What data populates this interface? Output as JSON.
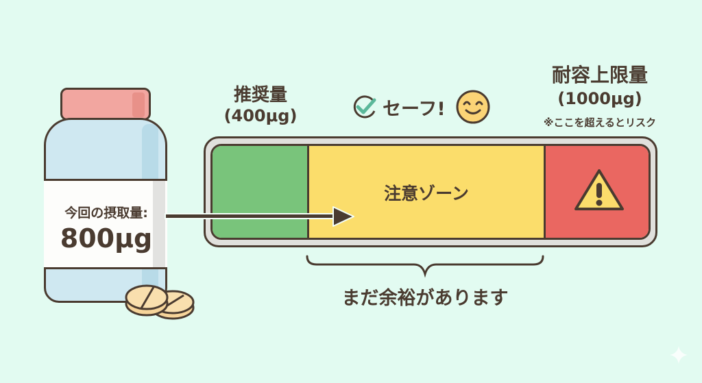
{
  "colors": {
    "background": "#e2fbf1",
    "text": "#4a3b30",
    "safe_green": "#79c47b",
    "caution_yellow": "#fbdd6b",
    "danger_red": "#ea6761",
    "check_teal": "#5bb89a",
    "smiley": "#fbd476",
    "cap_pink": "#f2a6a0",
    "bottle_blue": "#cfe8f1"
  },
  "bottle": {
    "label_title": "今回の摂取量:",
    "label_value": "800μg",
    "icon": "supplement-bottle-icon",
    "pills_icon": "tablets-icon"
  },
  "recommended": {
    "title": "推奨量",
    "value": "(400μg)"
  },
  "status": {
    "check_icon": "check-circle-icon",
    "text": "セーフ!",
    "face_icon": "smiley-face-icon"
  },
  "upper_limit": {
    "title": "耐容上限量",
    "value": "(1000μg)",
    "note": "※ここを超えるとリスク"
  },
  "bar": {
    "segments": [
      {
        "name": "recommended-zone",
        "color": "#79c47b",
        "label": ""
      },
      {
        "name": "caution-zone",
        "color": "#fbdd6b",
        "label": "注意ゾーン"
      },
      {
        "name": "risk-zone",
        "color": "#ea6761",
        "icon": "warning-triangle-icon"
      }
    ]
  },
  "margin_note": "まだ余裕があります",
  "watermark_icon": "sparkle-icon"
}
